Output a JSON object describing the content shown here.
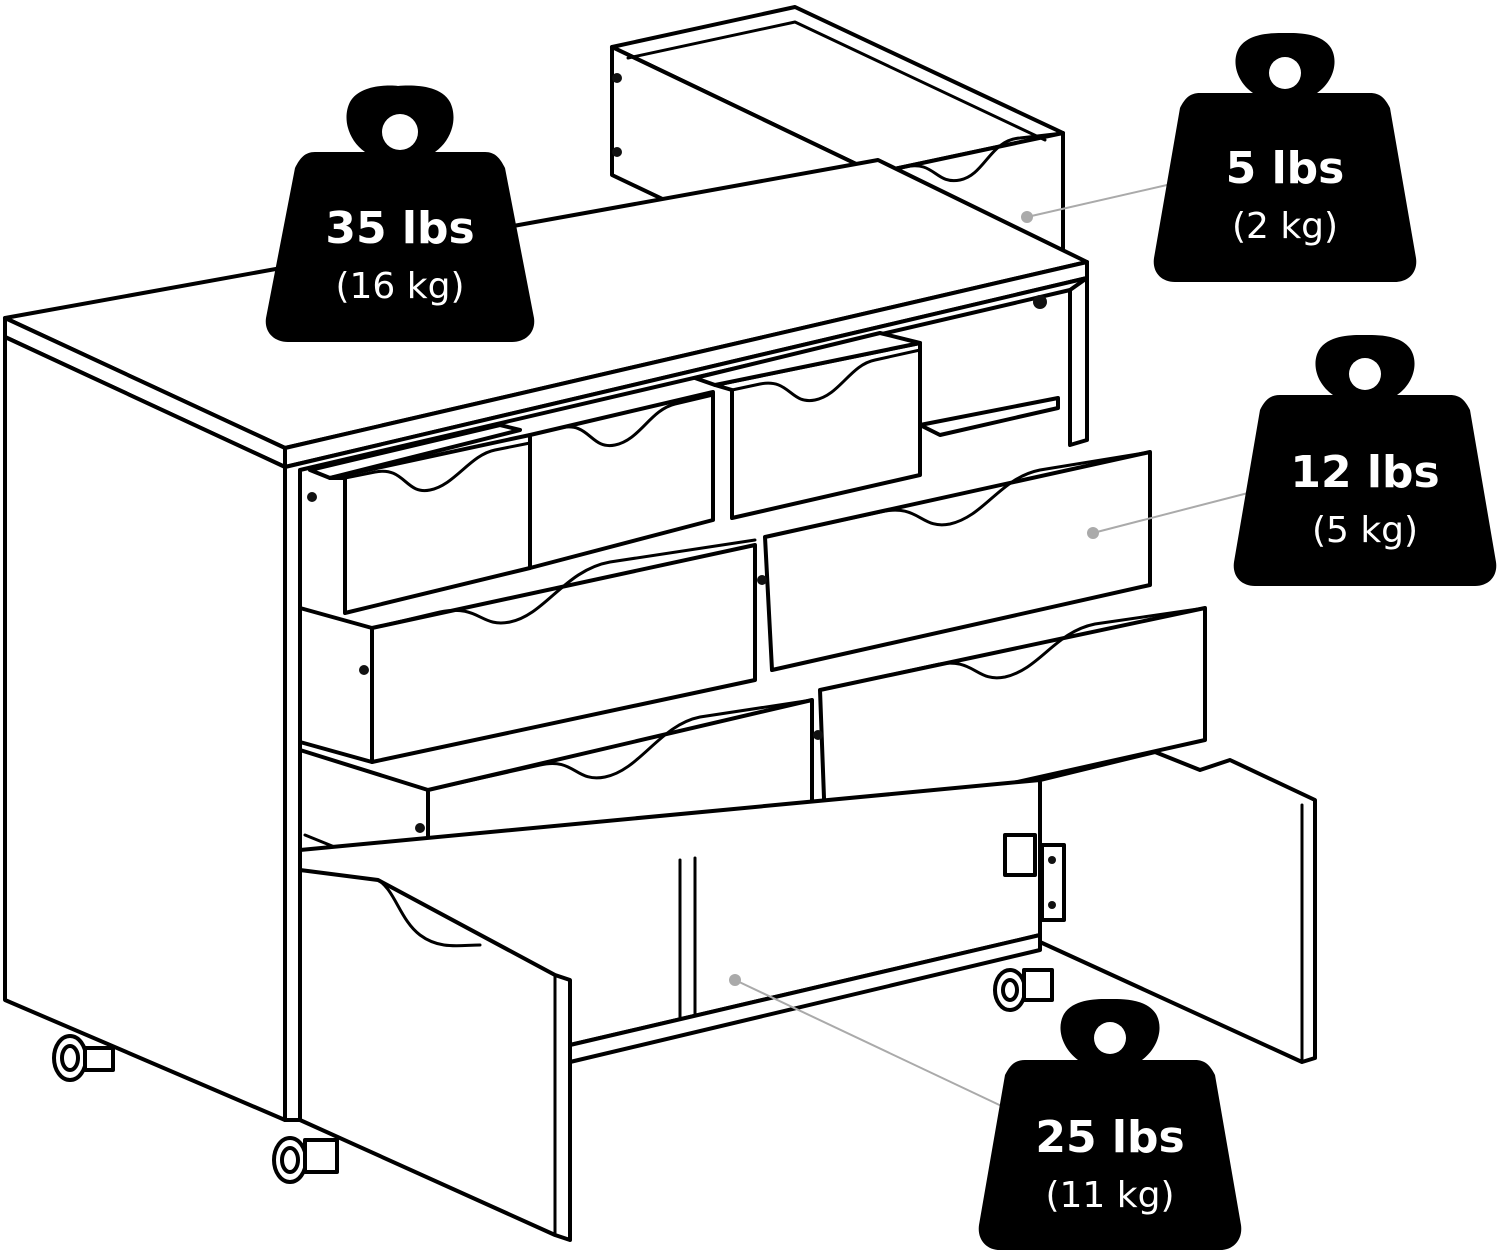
{
  "colors": {
    "line": "#000000",
    "background": "#ffffff",
    "weight_fill": "#000000",
    "weight_text": "#ffffff",
    "leader": "#aaaaaa"
  },
  "weights": [
    {
      "id": "top-surface",
      "icon": "weight-icon",
      "lbs": "35 lbs",
      "kg": "(16 kg)"
    },
    {
      "id": "top-bin",
      "icon": "weight-icon",
      "lbs": "5 lbs",
      "kg": "(2 kg)"
    },
    {
      "id": "drawer",
      "icon": "weight-icon",
      "lbs": "12 lbs",
      "kg": "(5 kg)"
    },
    {
      "id": "cabinet",
      "icon": "weight-icon",
      "lbs": "25 lbs",
      "kg": "(11 kg)"
    }
  ]
}
